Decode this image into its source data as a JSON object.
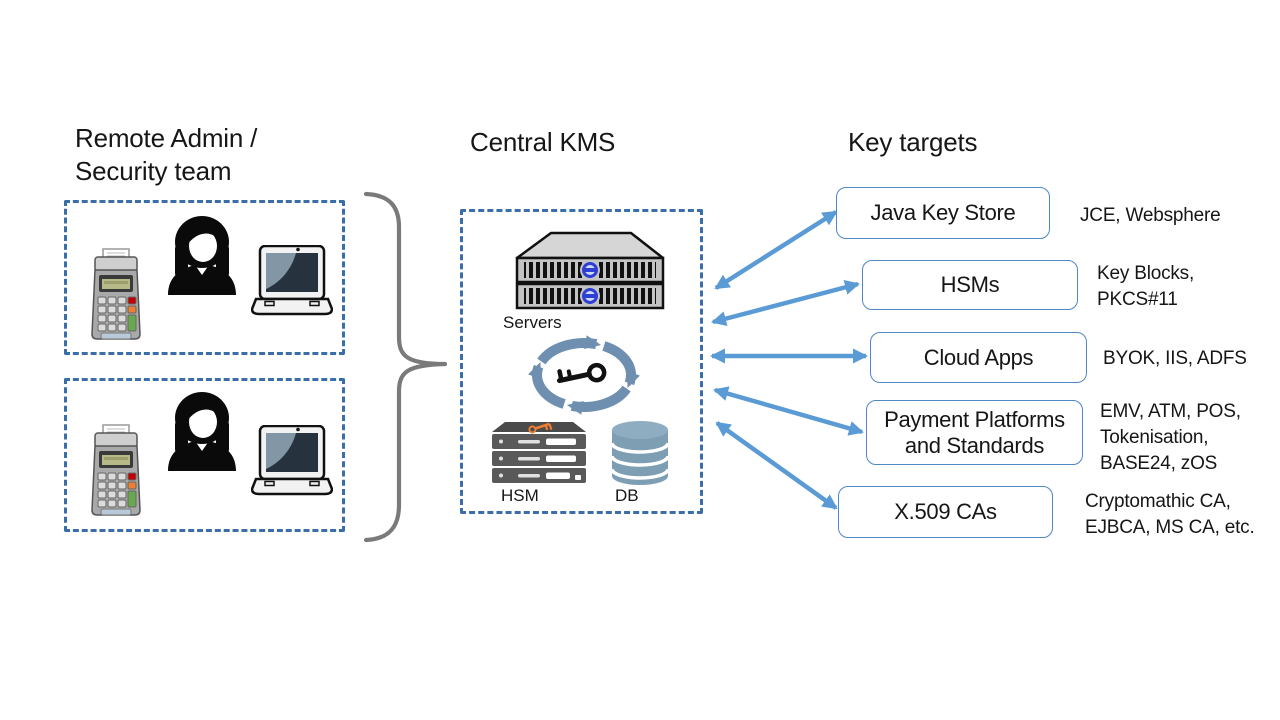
{
  "titles": {
    "left": "Remote Admin /\nSecurity team",
    "center": "Central KMS",
    "right": "Key targets"
  },
  "center": {
    "servers_label": "Servers",
    "hsm_label": "HSM",
    "db_label": "DB"
  },
  "targets": [
    {
      "label": "Java Key Store",
      "annotation": "JCE, Websphere"
    },
    {
      "label": "HSMs",
      "annotation": "Key Blocks,\nPKCS#11"
    },
    {
      "label": "Cloud Apps",
      "annotation": "BYOK, IIS, ADFS"
    },
    {
      "label": "Payment Platforms and Standards",
      "annotation": "EMV, ATM, POS,\nTokenisation,\nBASE24, zOS"
    },
    {
      "label": "X.509 CAs",
      "annotation": "Cryptomathic CA,\nEJBCA, MS CA, etc."
    }
  ],
  "icons": {
    "pos-terminal-icon": "payment terminal",
    "admin-user-icon": "person silhouette",
    "laptop-icon": "laptop computer",
    "servers-icon": "rack server stack",
    "key-cycle-icon": "key lifecycle rotation arrows",
    "key-icon": "key",
    "hsm-icon": "HSM appliance stack",
    "db-icon": "database cylinder",
    "brace-icon": "curly brace connector",
    "arrow-icon": "bidirectional arrow"
  },
  "colors": {
    "arrow_blue": "#5B9BD5",
    "dashed_border_blue": "#3A6EA8",
    "target_box_border": "#4F86C6",
    "brace_gray": "#7A7A7A",
    "cycle_blue_gray": "#6E8FB0",
    "db_steel_blue": "#7E9EB4",
    "hsm_dark_gray": "#595959",
    "key_orange": "#ED7D31",
    "text": "#161616"
  }
}
